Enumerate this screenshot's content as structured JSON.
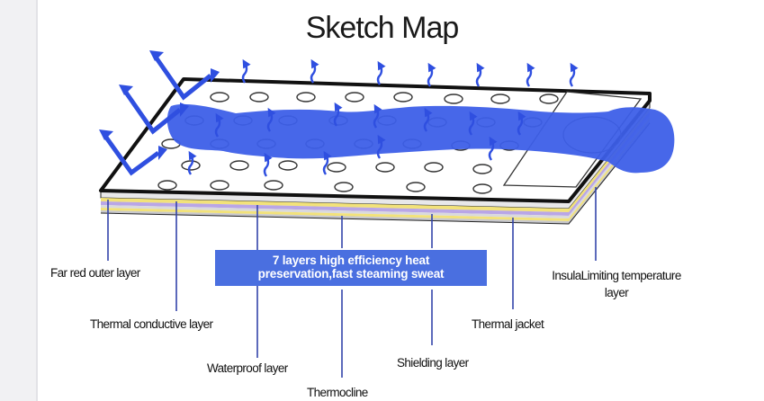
{
  "title": "Sketch Map",
  "banner": {
    "line1": "7 layers high efficiency heat",
    "line2": "preservation,fast steaming sweat"
  },
  "labels": {
    "far_red_outer_layer": "Far red outer layer",
    "thermal_conductive_layer": "Thermal conductive layer",
    "waterproof_layer": "Waterproof layer",
    "thermocline": "Thermocline",
    "shielding_layer": "Shielding layer",
    "thermal_jacket": "Thermal jacket",
    "insula_limiting_line1": "InsulaLimiting temperature",
    "insula_limiting_line2": "layer"
  },
  "colors": {
    "body_silhouette": "#3d5fe8",
    "banner": "#4a6fe0",
    "leader_line": "#3344aa",
    "layer_yellow": "#f2e27a",
    "layer_purple": "#b9a6e6"
  }
}
